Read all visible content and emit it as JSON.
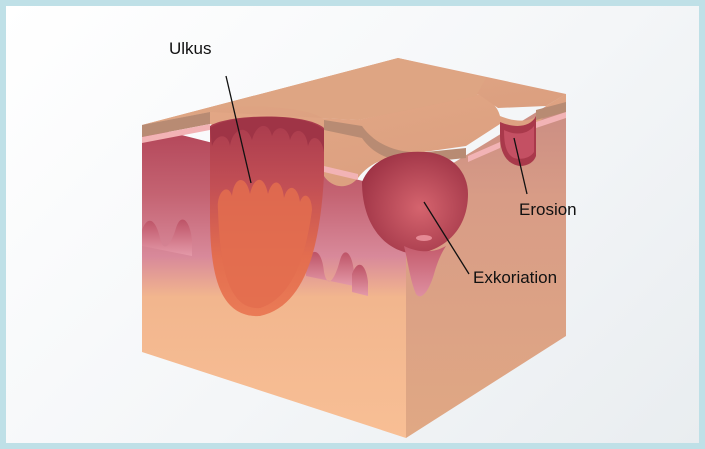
{
  "labels": {
    "ulkus": "Ulkus",
    "erosion": "Erosion",
    "exkoriation": "Exkoriation"
  },
  "colors": {
    "frame_border": "#bfe0e7",
    "background": "#f4f6f8",
    "epidermis_top": "#dea27f",
    "epidermis_rim": "#b78a70",
    "basal_line": "#f2b3b5",
    "dermis_upper": "#b5485a",
    "dermis_lower": "#f5b88d",
    "side_face": "#dca382",
    "ulcer_fill": "#e9704e",
    "wound_dark": "#a63a4b"
  }
}
